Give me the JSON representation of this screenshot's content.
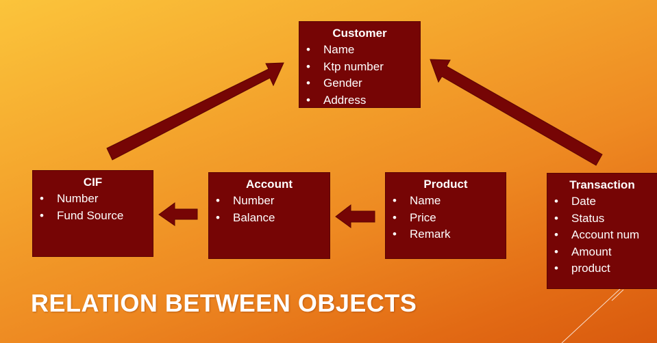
{
  "title": "RELATION BETWEEN OBJECTS",
  "colors": {
    "box_fill": "#760505",
    "arrow_fill": "#760505",
    "text": "#ffffff"
  },
  "entities": {
    "customer": {
      "name": "Customer",
      "fields": [
        "Name",
        "Ktp number",
        "Gender",
        "Address"
      ]
    },
    "cif": {
      "name": "CIF",
      "fields": [
        "Number",
        "Fund Source"
      ]
    },
    "account": {
      "name": "Account",
      "fields": [
        "Number",
        "Balance"
      ]
    },
    "product": {
      "name": "Product",
      "fields": [
        "Name",
        "Price",
        "Remark"
      ]
    },
    "transaction": {
      "name": "Transaction",
      "fields": [
        "Date",
        "Status",
        "Account num",
        "Amount",
        "product"
      ]
    }
  },
  "relations": [
    {
      "from": "CIF",
      "to": "Customer"
    },
    {
      "from": "Transaction",
      "to": "Customer"
    },
    {
      "from": "Account",
      "to": "CIF"
    },
    {
      "from": "Product",
      "to": "Account"
    }
  ]
}
